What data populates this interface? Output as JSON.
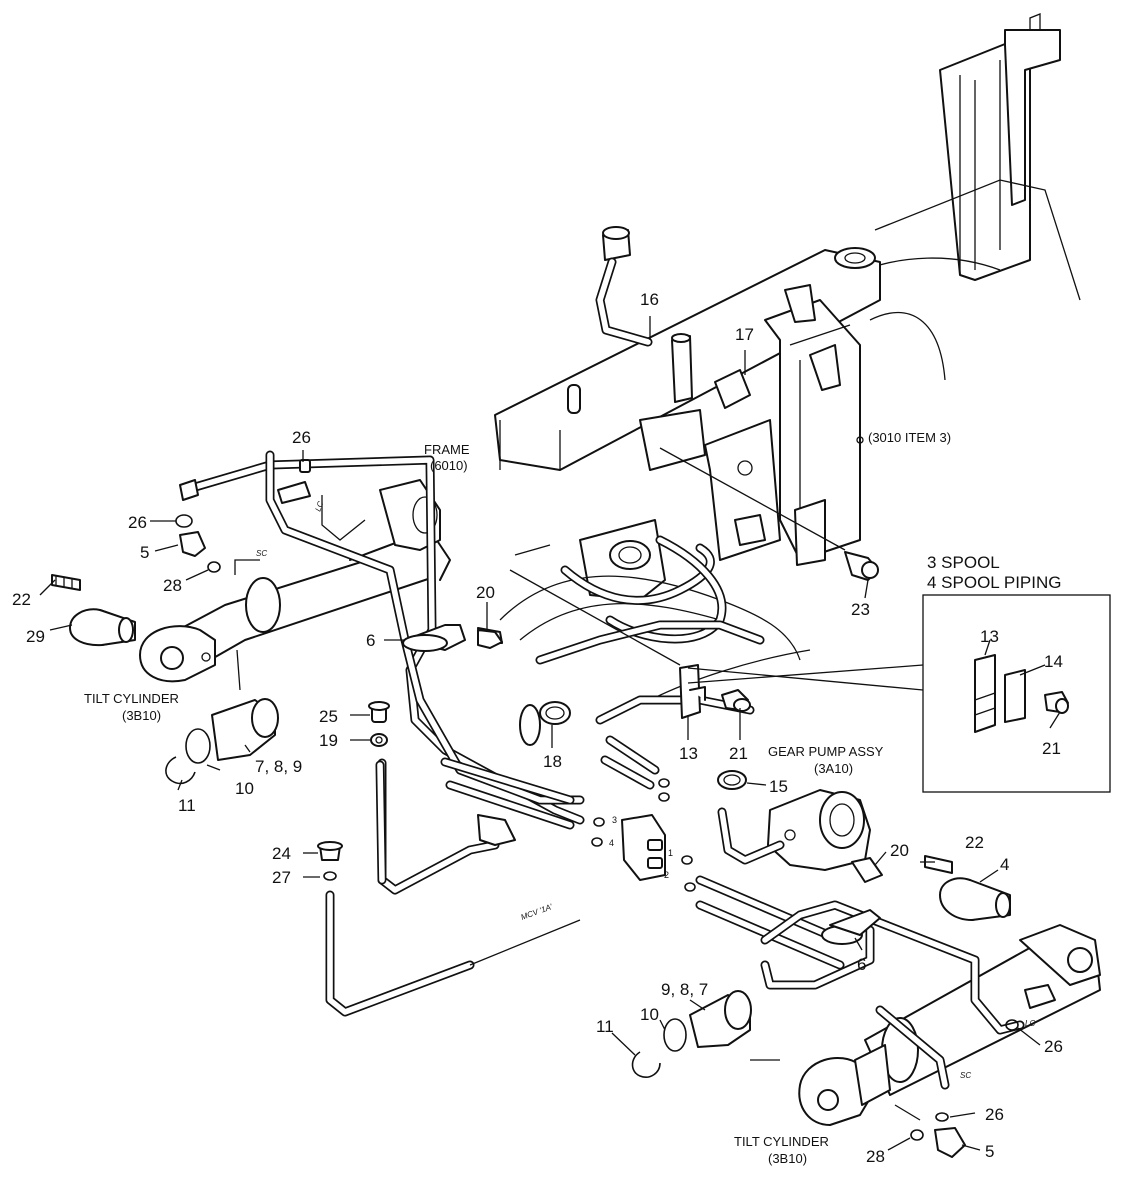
{
  "labels": {
    "frame": "FRAME",
    "frame_ref": "(6010)",
    "item3010": "(3010 ITEM 3)",
    "tilt_cyl_left": "TILT CYLINDER",
    "tilt_cyl_left_ref": "(3B10)",
    "tilt_cyl_right": "TILT CYLINDER",
    "tilt_cyl_right_ref": "(3B10)",
    "gear_pump": "GEAR PUMP ASSY",
    "gear_pump_ref": "(3A10)",
    "mcv": "MCV '1A'",
    "inset_title_1": "3 SPOOL",
    "inset_title_2": "4 SPOOL PIPING",
    "sc_left": "SC",
    "lc_left": "LC",
    "sc_right": "SC",
    "lc_right": "LC",
    "port_1": "1",
    "port_2": "2",
    "port_3": "3",
    "port_4": "4"
  },
  "callouts": [
    {
      "id": "c16",
      "text": "16"
    },
    {
      "id": "c17",
      "text": "17"
    },
    {
      "id": "c26a",
      "text": "26"
    },
    {
      "id": "c26b",
      "text": "26"
    },
    {
      "id": "c5a",
      "text": "5"
    },
    {
      "id": "c28a",
      "text": "28"
    },
    {
      "id": "c22a",
      "text": "22"
    },
    {
      "id": "c29",
      "text": "29"
    },
    {
      "id": "c6a",
      "text": "6"
    },
    {
      "id": "c20a",
      "text": "20"
    },
    {
      "id": "c23",
      "text": "23"
    },
    {
      "id": "c25",
      "text": "25"
    },
    {
      "id": "c19",
      "text": "19"
    },
    {
      "id": "c18",
      "text": "18"
    },
    {
      "id": "c13a",
      "text": "13"
    },
    {
      "id": "c21a",
      "text": "21"
    },
    {
      "id": "c10a",
      "text": "10"
    },
    {
      "id": "c11a",
      "text": "11"
    },
    {
      "id": "c789",
      "text": "7, 8, 9"
    },
    {
      "id": "c15",
      "text": "15"
    },
    {
      "id": "c24",
      "text": "24"
    },
    {
      "id": "c27",
      "text": "27"
    },
    {
      "id": "c20b",
      "text": "20"
    },
    {
      "id": "c22b",
      "text": "22"
    },
    {
      "id": "c4",
      "text": "4"
    },
    {
      "id": "c6b",
      "text": "6"
    },
    {
      "id": "c987",
      "text": "9, 8, 7"
    },
    {
      "id": "c10b",
      "text": "10"
    },
    {
      "id": "c11b",
      "text": "11"
    },
    {
      "id": "c26c",
      "text": "26"
    },
    {
      "id": "c26d",
      "text": "26"
    },
    {
      "id": "c28b",
      "text": "28"
    },
    {
      "id": "c5b",
      "text": "5"
    },
    {
      "id": "c13b",
      "text": "13"
    },
    {
      "id": "c14",
      "text": "14"
    },
    {
      "id": "c21b",
      "text": "21"
    }
  ]
}
